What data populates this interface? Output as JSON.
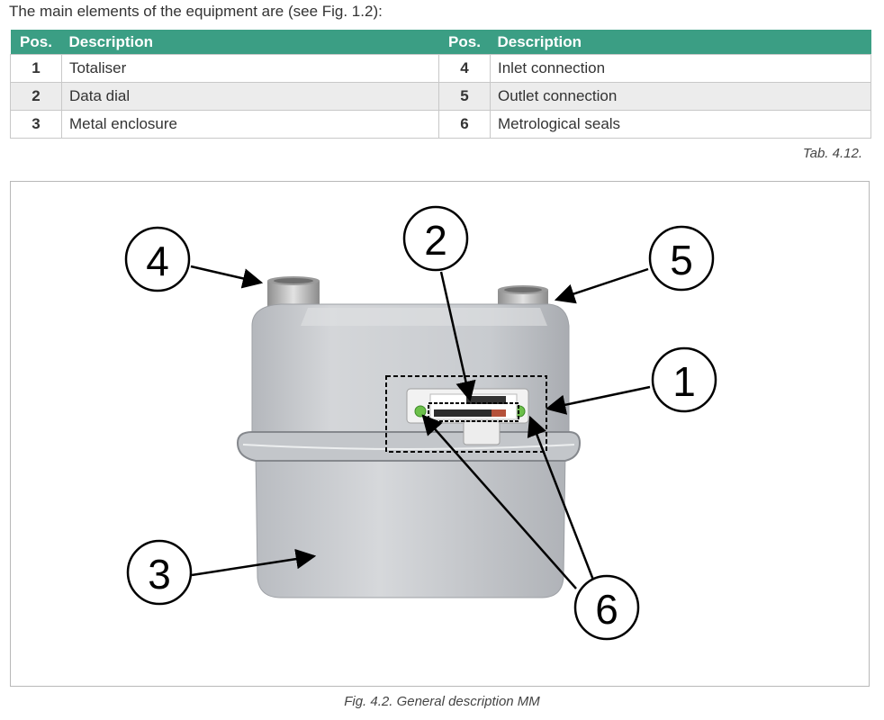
{
  "intro_text": "The main elements of the equipment are (see Fig. 1.2):",
  "table": {
    "headers": {
      "pos": "Pos.",
      "desc": "Description"
    },
    "rows": [
      {
        "left_pos": "1",
        "left_desc": "Totaliser",
        "right_pos": "4",
        "right_desc": "Inlet connection"
      },
      {
        "left_pos": "2",
        "left_desc": "Data dial",
        "right_pos": "5",
        "right_desc": "Outlet connection"
      },
      {
        "left_pos": "3",
        "left_desc": "Metal enclosure",
        "right_pos": "6",
        "right_desc": "Metrological seals"
      }
    ],
    "caption": "Tab. 4.12."
  },
  "figure": {
    "callouts": {
      "c1": "1",
      "c2": "2",
      "c3": "3",
      "c4": "4",
      "c5": "5",
      "c6": "6"
    },
    "caption": "Fig. 4.2.  General description MM"
  },
  "colors": {
    "header_bg": "#3b9e84",
    "row_alt": "#ececec",
    "meter_body": "#c9cbcf"
  }
}
